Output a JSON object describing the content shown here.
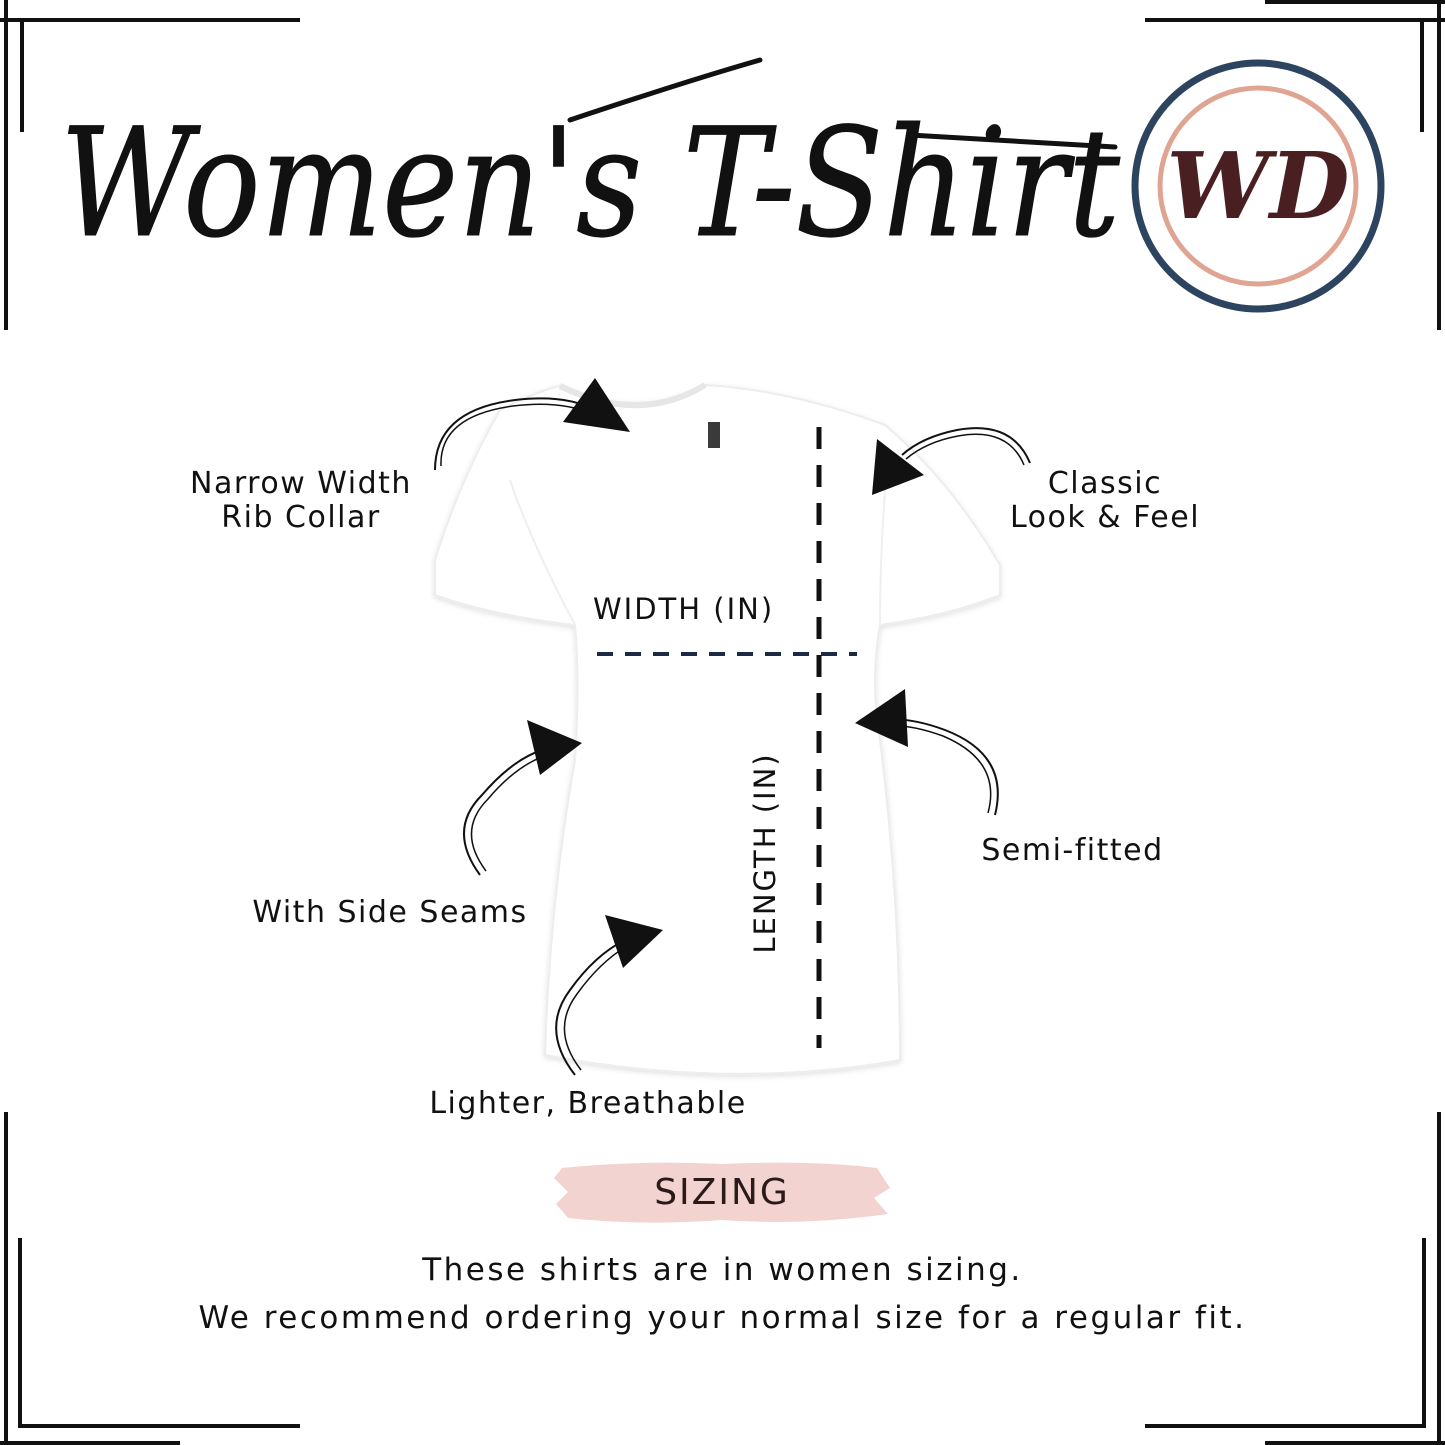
{
  "title": "Women's T-Shirt",
  "logo": {
    "monogram": "WD",
    "ring_outer_color": "#2d4461",
    "ring_inner_color": "#e0a493",
    "letter_color": "#4a1f22"
  },
  "annotations": {
    "collar": [
      "Narrow Width",
      "Rib Collar"
    ],
    "classic": [
      "Classic",
      "Look & Feel"
    ],
    "semi_fitted": "Semi-fitted",
    "side_seams": "With Side Seams",
    "lighter": "Lighter, Breathable"
  },
  "measurements": {
    "width": "WIDTH (IN)",
    "length": "LENGTH (IN)"
  },
  "sizing": {
    "heading": "SIZING",
    "line1": "These shirts are in women sizing.",
    "line2": "We recommend ordering your normal size for a regular fit.",
    "brush_color": "#f3d3cf"
  },
  "colors": {
    "frame": "#111111",
    "width_line": "#1c2a44",
    "length_line": "#111111"
  }
}
